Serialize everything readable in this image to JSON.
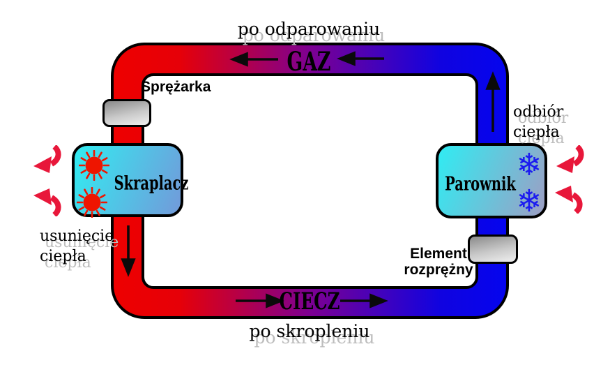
{
  "labels": {
    "after_evaporation": "po odparowaniu",
    "gas": "GAZ",
    "compressor": "Sprężarka",
    "heat_intake_line1": "odbiór",
    "heat_intake_line2": "ciepła",
    "condenser": "Skraplacz",
    "evaporator": "Parownik",
    "heat_removal_line1": "usunięcie",
    "heat_removal_line2": "ciepła",
    "expansion_line1": "Element",
    "expansion_line2": "rozprężny",
    "liquid": "CIECZ",
    "after_condensation": "po skropleniu"
  },
  "icons": {
    "snowflake": "❄",
    "sun": "sun-icon",
    "heat_flow": "curved-red-arrow",
    "flow_direction": "black-arrow"
  },
  "colors": {
    "background": "#ffffff",
    "pipe_red": "#ee0000",
    "pipe_purple": "#7d0092",
    "pipe_blue": "#0505ee",
    "pipe_outline": "#000000",
    "box_cyan": "#35e8f0",
    "condenser_blue": "#6f9edb",
    "evaporator_slate": "#98a2c6",
    "metal_gray_dark": "#8a8a8a",
    "metal_gray_light": "#efefef",
    "sun_red": "#ee1500",
    "snowflake_blue": "#1b1bf0",
    "heat_arrow_red": "#e8173a",
    "text_black": "#000000",
    "text_shadow_gray": "#bdbdbd"
  }
}
